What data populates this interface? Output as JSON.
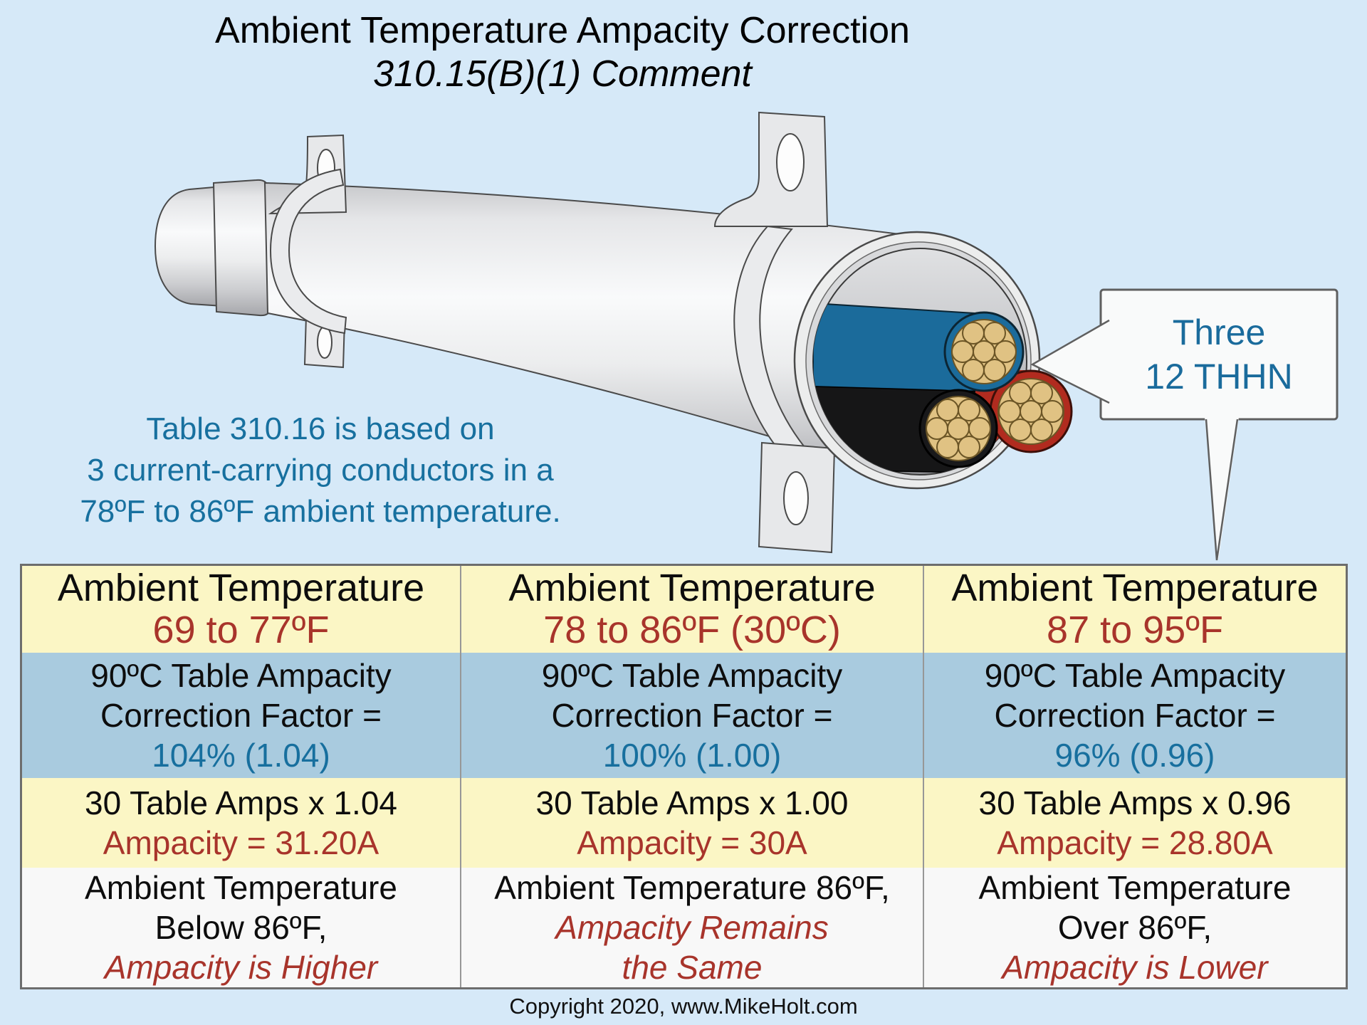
{
  "title": {
    "line1": "Ambient Temperature Ampacity Correction",
    "line2": "310.15(B)(1) Comment"
  },
  "callout": {
    "line1": "Three",
    "line2": "12 THHN"
  },
  "note": {
    "line1": "Table 310.16 is based on",
    "line2": "3 current-carrying conductors in a",
    "line3": "78ºF to 86ºF ambient temperature."
  },
  "table": {
    "columns": [
      {
        "header_title": "Ambient Temperature",
        "header_range": "69 to 77ºF",
        "factor_line1": "90ºC Table Ampacity",
        "factor_line2": "Correction Factor =",
        "factor_value": "104% (1.04)",
        "calc_line": "30 Table Amps x 1.04",
        "ampacity_line": "Ampacity = 31.20A",
        "result_black1": "Ambient Temperature",
        "result_black2": "Below 86ºF,",
        "result_red1": "Ampacity is Higher",
        "result_red2": ""
      },
      {
        "header_title": "Ambient Temperature",
        "header_range": "78 to 86ºF (30ºC)",
        "factor_line1": "90ºC Table Ampacity",
        "factor_line2": "Correction Factor =",
        "factor_value": "100% (1.00)",
        "calc_line": "30 Table Amps x 1.00",
        "ampacity_line": "Ampacity = 30A",
        "result_black1": "Ambient Temperature 86ºF,",
        "result_black2": "",
        "result_red1": "Ampacity Remains",
        "result_red2": "the Same"
      },
      {
        "header_title": "Ambient Temperature",
        "header_range": "87 to 95ºF",
        "factor_line1": "90ºC Table Ampacity",
        "factor_line2": "Correction Factor =",
        "factor_value": "96% (0.96)",
        "calc_line": "30 Table Amps x 0.96",
        "ampacity_line": "Ampacity = 28.80A",
        "result_black1": "Ambient Temperature",
        "result_black2": "Over 86ºF,",
        "result_red1": "Ampacity is Lower",
        "result_red2": ""
      }
    ]
  },
  "footer": {
    "copyright": "Copyright 2020, www.MikeHolt.com"
  },
  "colors": {
    "background": "#d6e9f8",
    "table_yellow": "#fbf6c5",
    "table_blue_row": "#a9cbdf",
    "table_white_row": "#f8f8f8",
    "text_red": "#a8342b",
    "text_blue": "#176f9e",
    "conductor_blue": "#1b6b9b",
    "conductor_black": "#19191b",
    "conductor_red": "#b12b1f",
    "copper_strand": "#e0c283"
  }
}
